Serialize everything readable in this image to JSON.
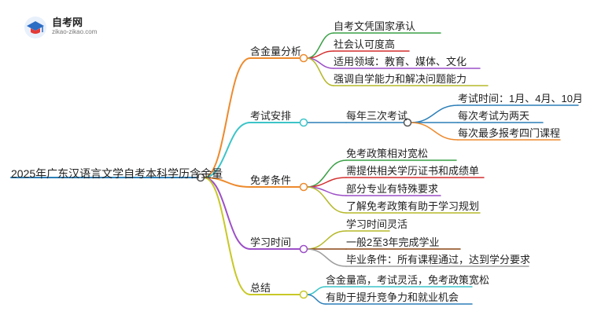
{
  "brand": {
    "name": "自考网",
    "url": "zikao-zikao.com"
  },
  "mindmap": {
    "root": "2025年广东汉语言文学自考本科学历含金量",
    "branches": [
      {
        "label": "含金量分析",
        "color": "#ED8A2D",
        "children": [
          {
            "label": "自考文凭国家承认",
            "color": "#3AA046"
          },
          {
            "label": "社会认可度高",
            "color": "#D32F2F"
          },
          {
            "label": "适用领域：教育、媒体、文化",
            "color": "#9C4FC7"
          },
          {
            "label": "强调自学能力和解决问题能力",
            "color": "#B5B82A"
          }
        ]
      },
      {
        "label": "考试安排",
        "color": "#3CC4C8",
        "children": [
          {
            "label": "每年三次考试",
            "color": "#2C7FB8",
            "children": [
              {
                "label": "考试时间：1月、4月、10月",
                "color": "#2C7FB8"
              },
              {
                "label": "每次考试为两天",
                "color": "#2C7FB8"
              },
              {
                "label": "每次最多报考四门课程",
                "color": "#ED8A2D"
              }
            ]
          }
        ]
      },
      {
        "label": "免考条件",
        "color": "#ED8A2D",
        "children": [
          {
            "label": "免考政策相对宽松",
            "color": "#3AA046"
          },
          {
            "label": "需提供相关学历证书和成绩单",
            "color": "#D32F2F"
          },
          {
            "label": "部分专业有特殊要求",
            "color": "#9C4FC7"
          },
          {
            "label": "了解免考政策有助于学习规划",
            "color": "#B5B82A"
          }
        ]
      },
      {
        "label": "学习时间",
        "color": "#9C4FC7",
        "children": [
          {
            "label": "学习时间灵活",
            "color": "#B5B82A"
          },
          {
            "label": "一般2至3年完成学业",
            "color": "#8B4513"
          },
          {
            "label": "毕业条件：所有课程通过，达到学分要求",
            "color": "#9E9E9E"
          }
        ]
      },
      {
        "label": "总结",
        "color": "#C8C828",
        "children": [
          {
            "label": "含金量高，考试灵活，免考政策宽松",
            "color": "#3CC4C8"
          },
          {
            "label": "有助于提升竞争力和就业机会",
            "color": "#2C7FB8"
          }
        ]
      }
    ]
  }
}
